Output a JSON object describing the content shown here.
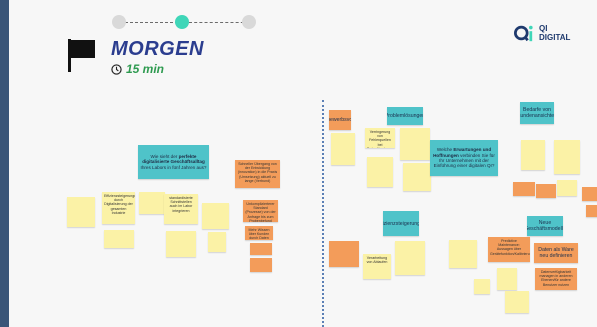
{
  "header": {
    "title": "MORGEN",
    "duration": "15 min"
  },
  "logo": {
    "line1": "QI",
    "line2": "DIGITAL"
  },
  "stepper": {
    "steps": 3,
    "active_index": 1
  },
  "colors": {
    "title": "#2b3d8f",
    "timer": "#2d9a4f",
    "step_active": "#3fd6b8",
    "sticky_yellow": "#fbf2a6",
    "sticky_orange": "#f39c5a",
    "sticky_teal": "#4fc3c9"
  },
  "left_section": {
    "question_prefix": "Wie sieht der ",
    "question_bold": "perfekte digitalisierte Geschäftsalltag",
    "question_suffix": " Ihres Labors in fünf Jahren aus?",
    "note_effizienz": "Effizienzsteigerungen durch Digitalisierung der gesamten Industrie",
    "note_standard": "standardisierte Schnittstellen auch im Labor integrieren",
    "note_schnell": "Schneller Übergang von der Entwicklung (innovation) in die Praxis (Umsetzung) aktuell zu lange (Verbund)",
    "note_unkompliziert": "Unkomplizierterer Standard (Prozesse) von der Anfrage bis zum Probenbefund",
    "note_mehr": "Mehr Wissen über Kunden durch Daten"
  },
  "right_section": {
    "q_prefix": "Welche ",
    "q_bold": "Erwartungen und Hoffnungen",
    "q_suffix": " verbinden Sie für Ihr Unternehmen mit der Einführung einer digitalen QI?",
    "note_wettbewerb": "Wettbewerbsvorteile",
    "note_problemloesungen": "Problemlösungen",
    "note_bedarfe": "Bedarfe von Kundenansichten",
    "note_verringerung": "Verringerung von Fehlerquellen bei Datenübertragungen",
    "note_effizienz": "Effizienzsteigerungen",
    "note_neue": "Neue Geschäftsmodelle",
    "note_predictive": "Predictive Maintenance: Aussagen über Gerätefunktion/Kalibrierung",
    "note_daten": "Daten als Ware neu definieren",
    "note_datenverfuegbarkeit": "Datenverfügbarkeit managen in anderen Ebenen/für andere Benutzer nutzen",
    "note_verarbeitung": "Verarbeitung von Ablaufen"
  }
}
